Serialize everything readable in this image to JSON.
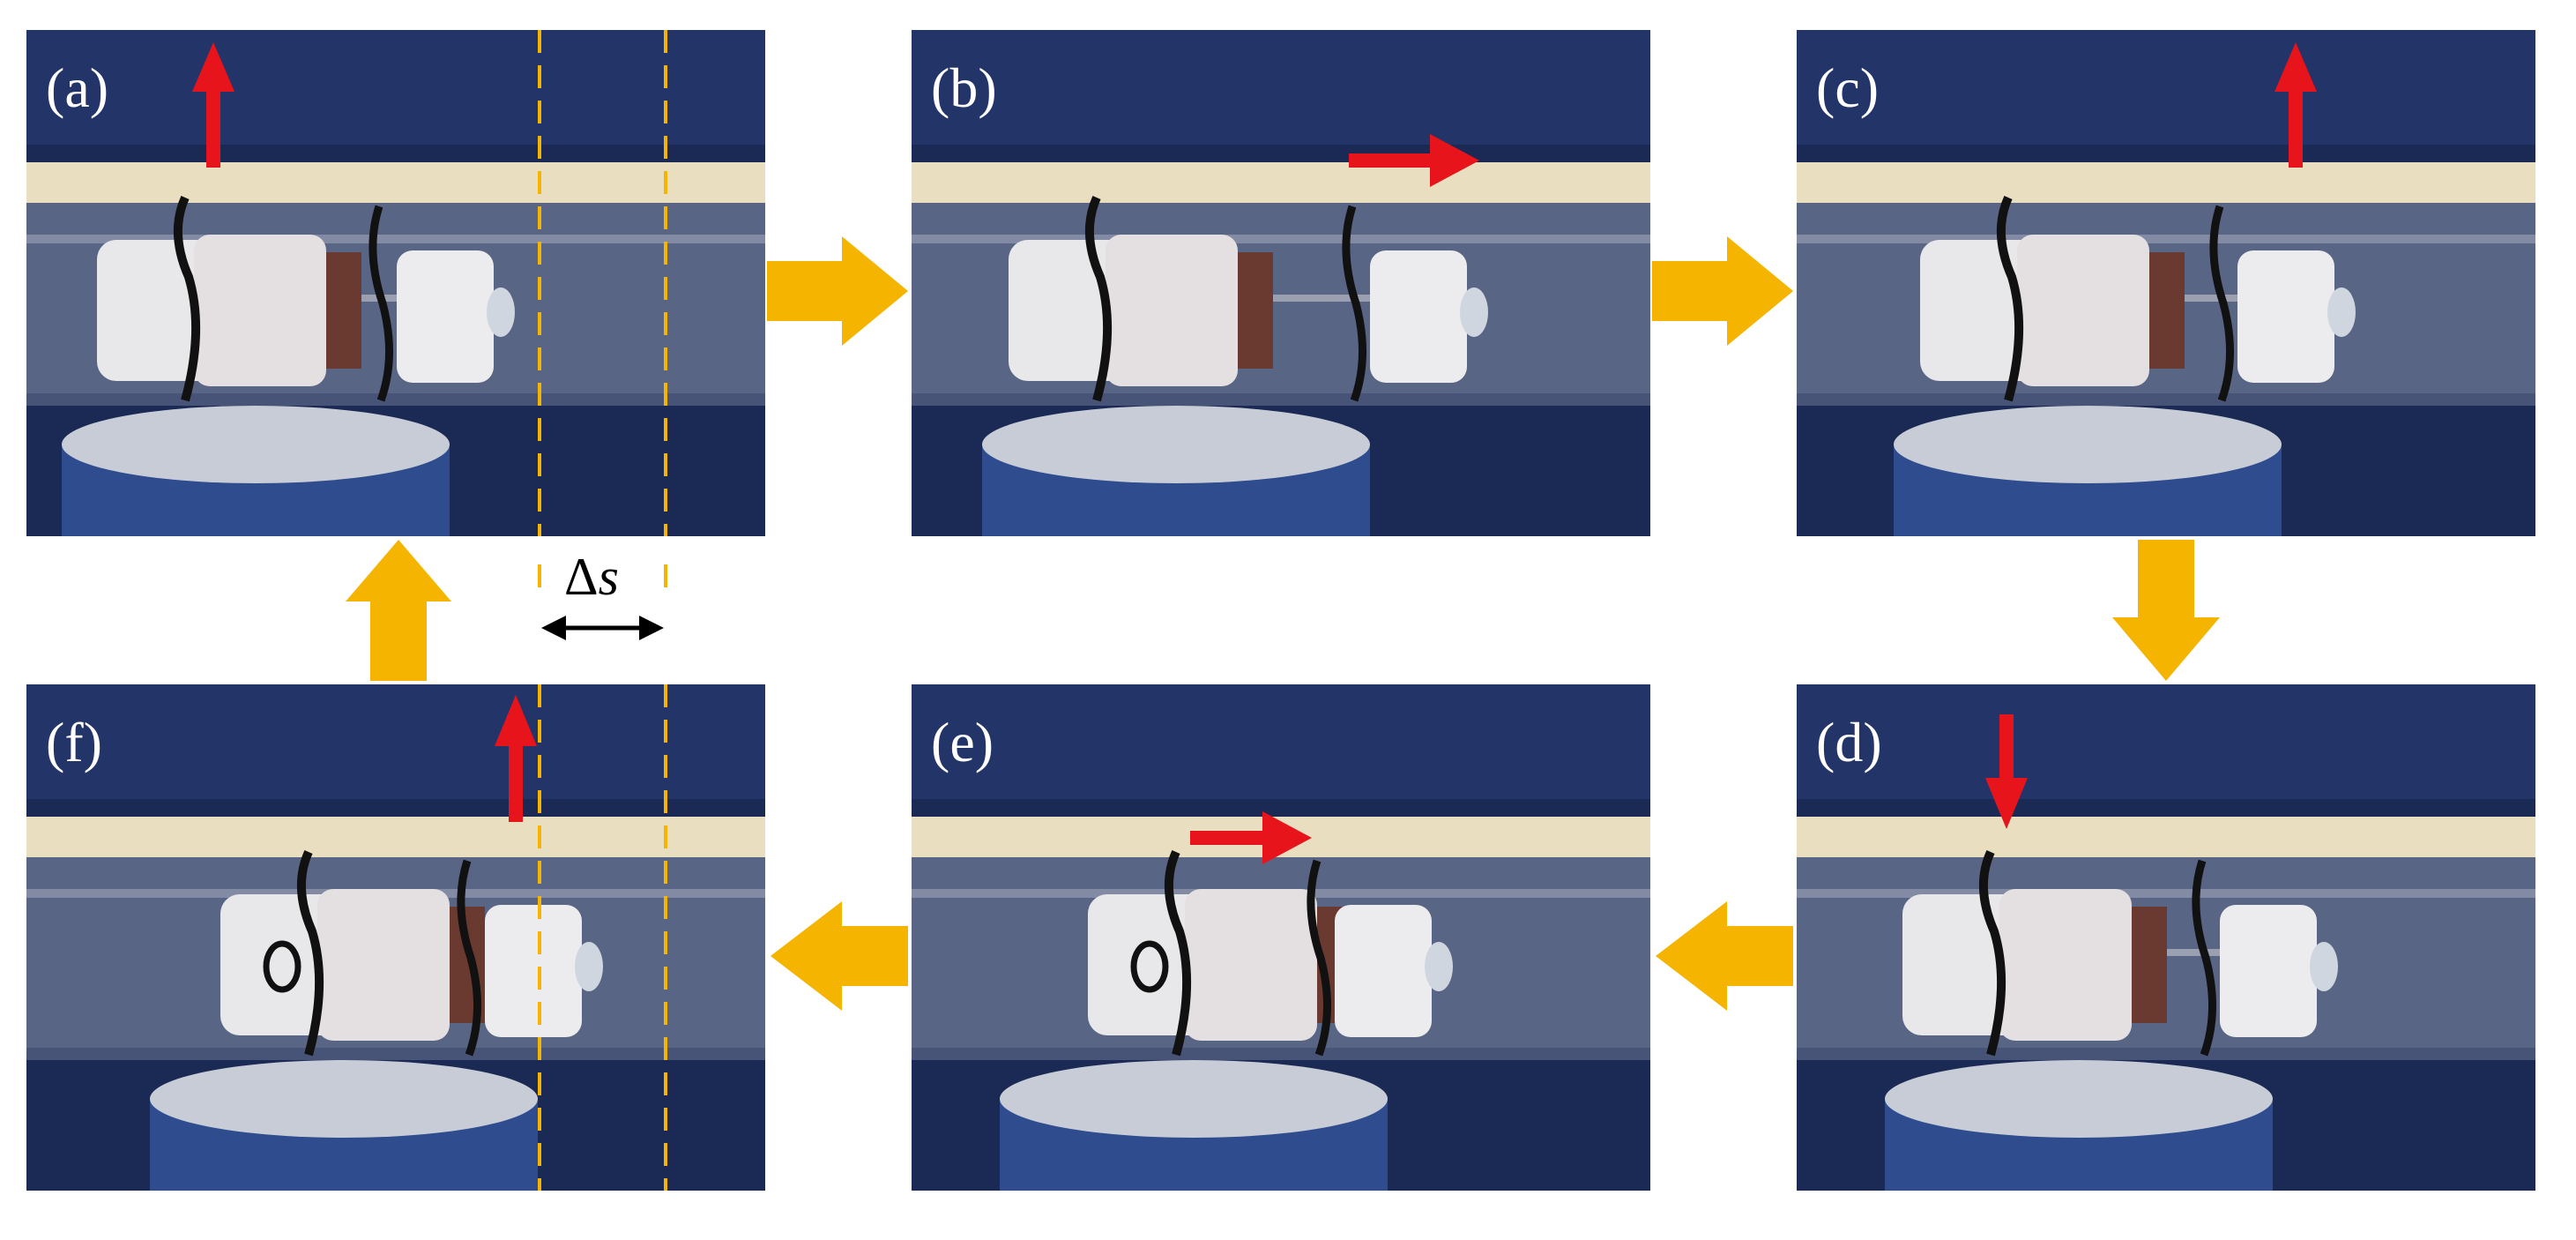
{
  "colors": {
    "flow_arrow": "#f5b400",
    "motion_arrow": "#e8141b",
    "guide_line": "#f5b400",
    "background_blue": "#1b2a55",
    "rail": "#e9dfc0"
  },
  "panels": [
    {
      "id": "a",
      "label": "(a)",
      "motion": "up"
    },
    {
      "id": "b",
      "label": "(b)",
      "motion": "right"
    },
    {
      "id": "c",
      "label": "(c)",
      "motion": "up"
    },
    {
      "id": "d",
      "label": "(d)",
      "motion": "down"
    },
    {
      "id": "e",
      "label": "(e)",
      "motion": "right"
    },
    {
      "id": "f",
      "label": "(f)",
      "motion": "up"
    }
  ],
  "displacement": {
    "symbol": "Δ",
    "variable": "s"
  }
}
